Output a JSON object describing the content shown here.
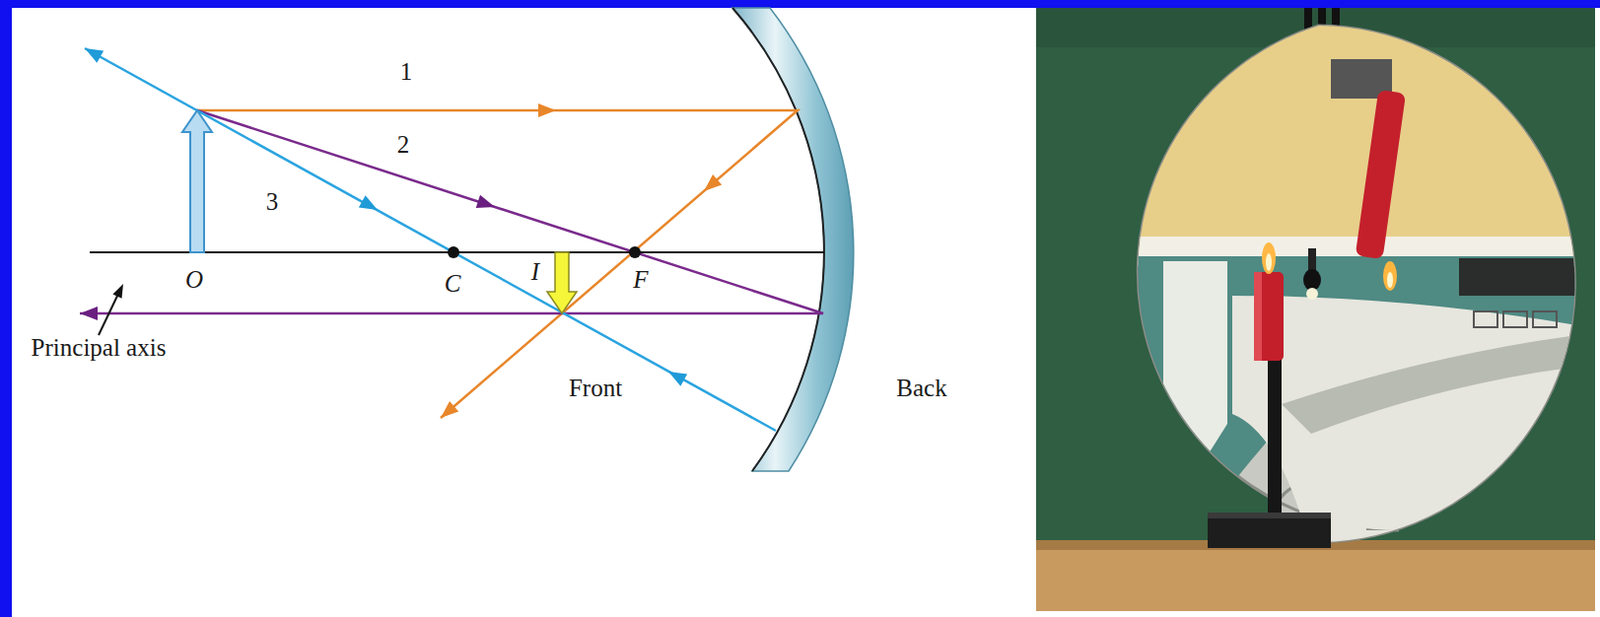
{
  "diagram": {
    "labels": [
      "1",
      "2",
      "3",
      "O",
      "C",
      "I",
      "F",
      "Principal axis",
      "Front",
      "Back"
    ]
  }
}
